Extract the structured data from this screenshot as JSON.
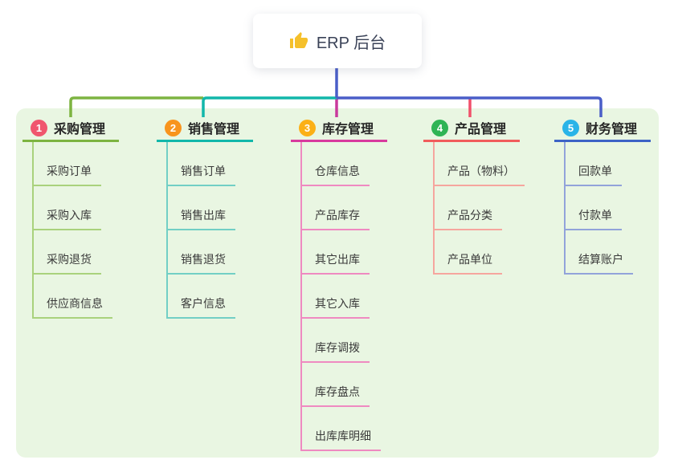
{
  "root": {
    "label": "ERP 后台",
    "icon": "thumbs-up",
    "icon_color": "#f5c02b",
    "text_color": "#3a4257"
  },
  "branches": [
    {
      "badge": "1",
      "label": "采购管理",
      "color": "#7db441",
      "light": "#a9d27c",
      "badge_color": "#f0566e",
      "children": [
        "采购订单",
        "采购入库",
        "采购退货",
        "供应商信息"
      ]
    },
    {
      "badge": "2",
      "label": "销售管理",
      "color": "#12b7aa",
      "light": "#72cfc5",
      "badge_color": "#f8941d",
      "children": [
        "销售订单",
        "销售出库",
        "销售退货",
        "客户信息"
      ]
    },
    {
      "badge": "3",
      "label": "库存管理",
      "color": "#d83a9e",
      "light": "#ef8ac1",
      "badge_color": "#fbb017",
      "children": [
        "仓库信息",
        "产品库存",
        "其它出库",
        "其它入库",
        "库存调拨",
        "库存盘点",
        "出库库明细"
      ]
    },
    {
      "badge": "4",
      "label": "产品管理",
      "color": "#f15c5c",
      "light": "#f6a69e",
      "badge_color": "#2fb455",
      "children": [
        "产品（物料）",
        "产品分类",
        "产品单位"
      ]
    },
    {
      "badge": "5",
      "label": "财务管理",
      "color": "#3d63c6",
      "light": "#92a3da",
      "badge_color": "#29b4e8",
      "children": [
        "回款单",
        "付款单",
        "结算账户"
      ]
    }
  ],
  "colors": {
    "panel_bg": "#e9f6e2",
    "canvas_bg": "#ffffff",
    "child_text": "#3a3a3a",
    "heading_text": "#262626"
  },
  "connectors": {
    "green": "#7db441",
    "teal": "#12b7aa",
    "blue": "#4a5ec8",
    "magenta": "#c93a9c",
    "red": "#f1506b"
  }
}
